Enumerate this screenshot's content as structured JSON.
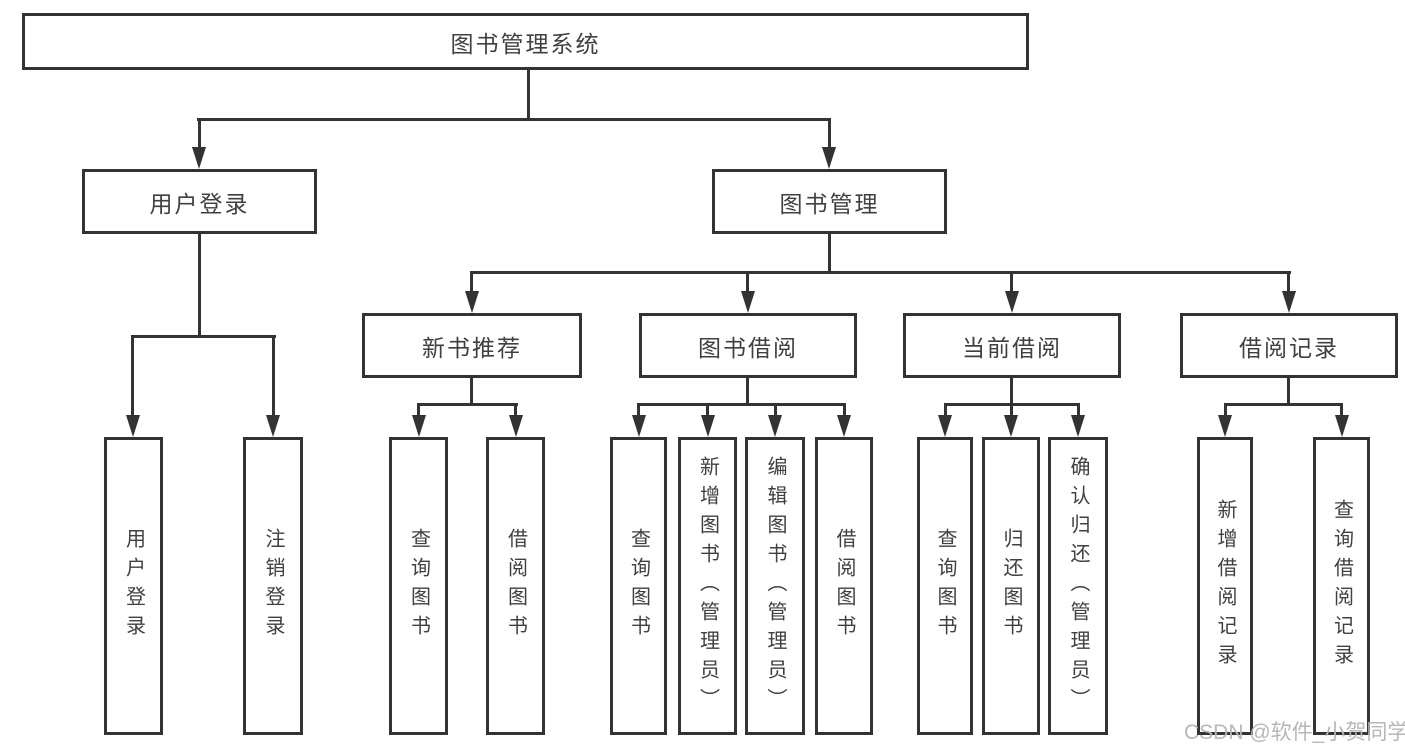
{
  "diagram": {
    "type": "tree",
    "title": "图书管理系统"
  },
  "nodes": {
    "root": "图书管理系统",
    "user_login": "用户登录",
    "book_mgmt": "图书管理",
    "new_book_rec": "新书推荐",
    "book_borrow": "图书借阅",
    "current_borrow": "当前借阅",
    "borrow_record": "借阅记录",
    "leaf_user_login": "用户登录",
    "leaf_logout": "注销登录",
    "leaf_query_book_1": "查询图书",
    "leaf_borrow_book_1": "借阅图书",
    "leaf_query_book_2": "查询图书",
    "leaf_add_book": "新增图书（管理员）",
    "leaf_edit_book": "编辑图书（管理员）",
    "leaf_borrow_book_2": "借阅图书",
    "leaf_query_book_3": "查询图书",
    "leaf_return_book": "归还图书",
    "leaf_confirm_return": "确认归还（管理员）",
    "leaf_add_record": "新增借阅记录",
    "leaf_query_record": "查询借阅记录"
  },
  "hierarchy": {
    "图书管理系统": {
      "用户登录": [
        "用户登录",
        "注销登录"
      ],
      "图书管理": {
        "新书推荐": [
          "查询图书",
          "借阅图书"
        ],
        "图书借阅": [
          "查询图书",
          "新增图书（管理员）",
          "编辑图书（管理员）",
          "借阅图书"
        ],
        "当前借阅": [
          "查询图书",
          "归还图书",
          "确认归还（管理员）"
        ],
        "借阅记录": [
          "新增借阅记录",
          "查询借阅记录"
        ]
      }
    }
  },
  "watermark": "CSDN @软件_小贺同学",
  "colors": {
    "line": "#333333",
    "text": "#404040",
    "background": "#ffffff",
    "watermark": "#b7b7b7"
  }
}
